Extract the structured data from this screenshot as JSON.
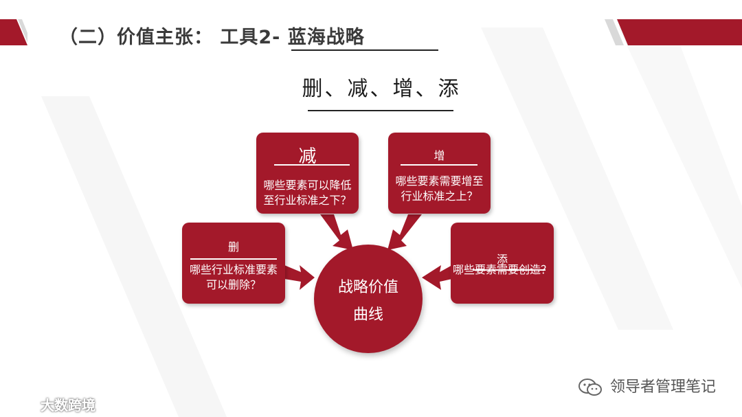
{
  "header": {
    "title": "（二）价值主张：  工具2- 蓝海战略"
  },
  "subtitle": "删、减、增、添",
  "center": {
    "line1": "战略价值",
    "line2": "曲线"
  },
  "boxes": {
    "reduce": {
      "title": "减",
      "text1": "哪些要素可以降低",
      "text2": "至行业标准之下？"
    },
    "raise": {
      "title": "增",
      "text1": "哪些要素需要增至",
      "text2": "行业标准之上？"
    },
    "eliminate": {
      "title": "删",
      "text1": "哪些行业标准要素",
      "text2": "可以删除？"
    },
    "create": {
      "title": "添",
      "text1": "哪些要素需要创造？"
    }
  },
  "watermarks": {
    "right": "领导者管理笔记",
    "left": "大数跨境"
  },
  "colors": {
    "accent": "#a3192a",
    "text": "#3a3a3a"
  }
}
